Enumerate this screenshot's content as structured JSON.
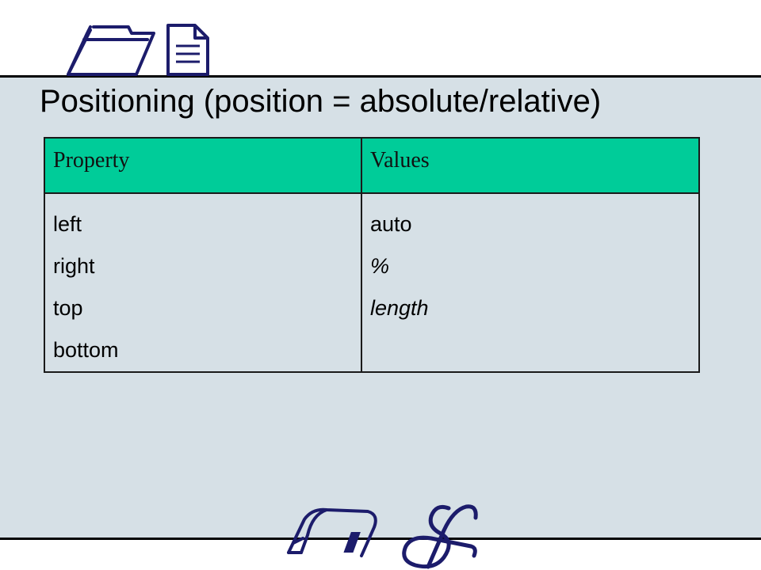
{
  "slide": {
    "title": "Positioning (position = absolute/relative)",
    "colors": {
      "background_panel": "#d6e0e6",
      "table_header": "#00cc99",
      "rule": "#000000",
      "icon_navy": "#1c1c6b"
    },
    "icons": {
      "top": [
        "folder-icon",
        "document-icon"
      ],
      "bottom": [
        "mailbox-icon",
        "ampersand-icon"
      ]
    }
  },
  "table": {
    "headers": [
      "Property",
      "Values"
    ],
    "properties": [
      "left",
      "right",
      "top",
      "bottom"
    ],
    "values": [
      "auto",
      "%",
      "length"
    ]
  }
}
